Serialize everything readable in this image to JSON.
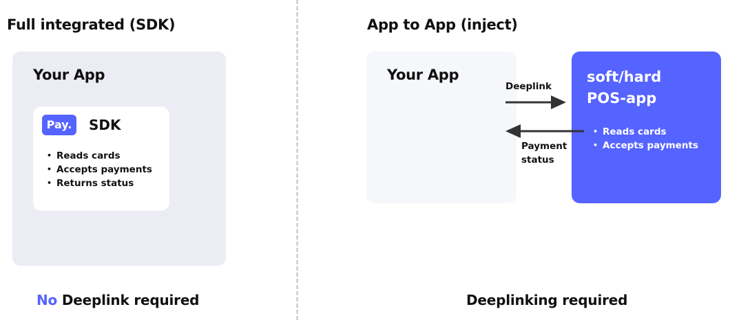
{
  "left_section": {
    "title": "Full integrated (SDK)",
    "panel_title": "Your App",
    "sdk_card": {
      "badge": "Pay.",
      "title": "SDK",
      "bullets": [
        "Reads cards",
        "Accepts payments",
        "Returns status"
      ]
    },
    "footer": {
      "highlight": "No",
      "rest": " Deeplink required"
    }
  },
  "right_section": {
    "title": "App to App (inject)",
    "your_app_title": "Your App",
    "pos_app": {
      "title_line1": "soft/hard",
      "title_line2": "POS-app",
      "bullets": [
        "Reads cards",
        "Accepts payments"
      ]
    },
    "deeplink_label": "Deeplink",
    "payment_status_line1": "Payment",
    "payment_status_line2": "status",
    "footer": "Deeplinking required"
  },
  "colors": {
    "accent": "#5563ff",
    "left_panel_bg": "#ececf5",
    "your_app_bg": "#f6f7fb",
    "arrow": "#333333",
    "divider": "#d4d4d8"
  }
}
